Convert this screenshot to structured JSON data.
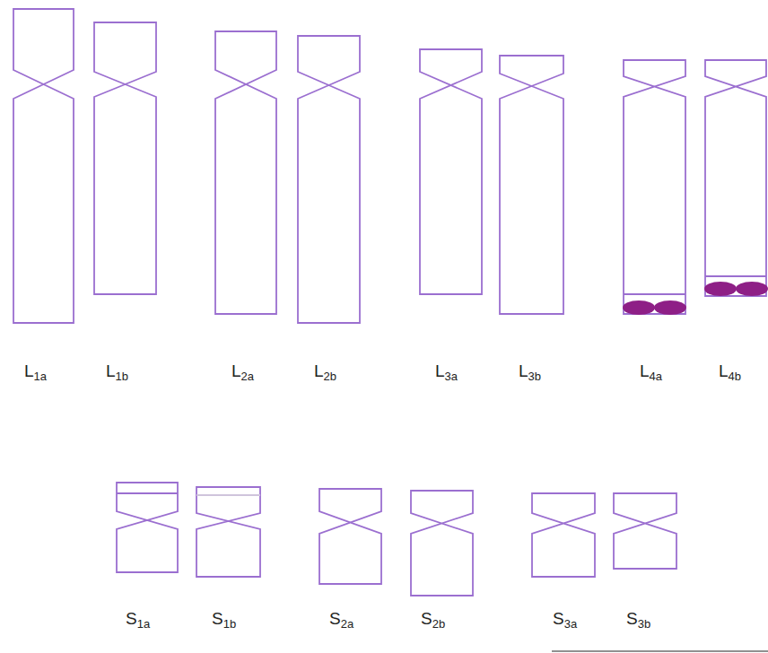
{
  "diagram": {
    "labels": [
      "L1a",
      "L1b",
      "L2a",
      "L2b",
      "L3a",
      "L3b",
      "L4a",
      "L4b",
      "S1a",
      "S1b",
      "S2a",
      "S2b",
      "S3a",
      "S3b"
    ]
  }
}
